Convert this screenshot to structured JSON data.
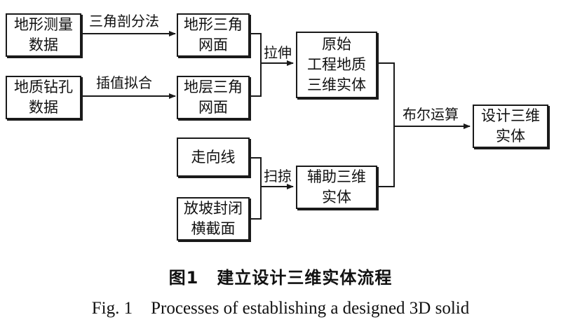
{
  "nodes": {
    "survey_data": "地形测量\n数据",
    "terrain_tin": "地形三角\n网面",
    "borehole_data": "地质钻孔\n数据",
    "stratum_tin": "地层三角\n网面",
    "original_solid": "原始\n工程地质\n三维实体",
    "alignment": "走向线",
    "slope_section": "放坡封闭\n横截面",
    "aux_solid": "辅助三维\n实体",
    "design_solid": "设计三维\n实体"
  },
  "edges": {
    "delaunay": "三角剖分法",
    "interpolation": "插值拟合",
    "extrude": "拉伸",
    "sweep": "扫掠",
    "boolean": "布尔运算"
  },
  "caption": {
    "zh_number": "图1",
    "zh_title": "建立设计三维实体流程",
    "en_number": "Fig. 1",
    "en_title": "Processes of establishing a designed 3D solid"
  }
}
